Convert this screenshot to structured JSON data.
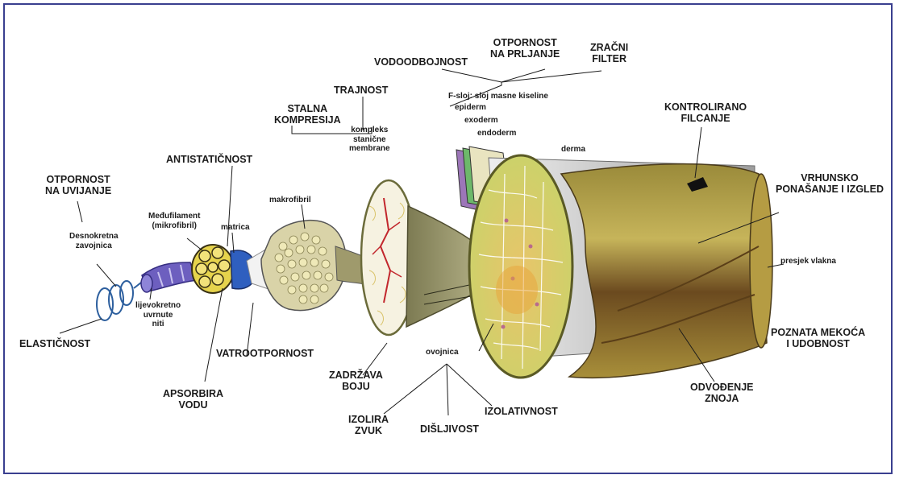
{
  "labels": {
    "vodoodbojnost": "VODOODBOJNOST",
    "otpornost_prljanje": "OTPORNOST\nNA PRLJANJE",
    "zracni_filter": "ZRAČNI\nFILTER",
    "trajnost": "TRAJNOST",
    "stalna_kompresija": "STALNA\nKOMPRESIJA",
    "kompleks": "kompleks\nstanične\nmembrane",
    "f_sloj": "F-sloj: sloj masne kiseline",
    "epiderm": "epiderm",
    "exoderm": "exoderm",
    "endoderm": "endoderm",
    "derma": "derma",
    "kontrolirano_filcanje": "KONTROLIRANO\nFILCANJE",
    "antistaticnost": "ANTISTATIČNOST",
    "makrofibril": "makrofibril",
    "otpornost_uvijanje": "OTPORNOST\nNA UVIJANJE",
    "medufilament": "Međufilament\n(mikrofibril)",
    "matrica": "matrica",
    "desnokretna": "Desnokretna\nzavojnica",
    "vrhunsko": "VRHUNSKO\nPONAŠANJE I IZGLED",
    "presjek": "presjek vlakna",
    "lijevokretno": "lijevokretno\nuvrnute\nniti",
    "elasticnost": "ELASTIČNOST",
    "vatrootpornost": "VATROOTPORNOST",
    "poznata": "POZNATA MEKOĆA\nI UDOBNOST",
    "apsorbira": "APSORBIRA\nVODU",
    "zadrzava": "ZADRŽAVA\nBOJU",
    "ovojnica": "ovojnica",
    "odvodenje": "ODVOĐENJE\nZNOJA",
    "izolira": "IZOLIRA\nZVUK",
    "disljivost": "DIŠLJIVOST",
    "izolativnost": "IZOLATIVNOST"
  }
}
